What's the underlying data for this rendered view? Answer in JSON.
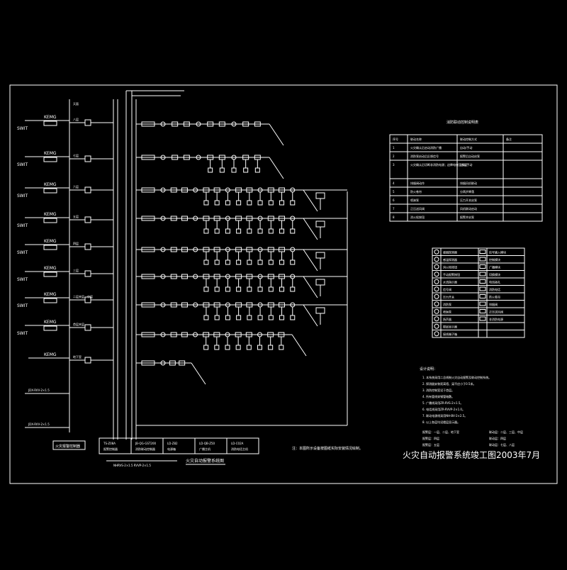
{
  "sheet_title": "火灾自动报警系统竣工图2003年7月",
  "left_panel": {
    "brand": "KEMG",
    "meter_label": "SWIT"
  },
  "floors": [
    "八层",
    "七层",
    "六层",
    "五层",
    "四层",
    "三层",
    "二层夹层、中层",
    "首层夹层",
    "地下室"
  ],
  "roof_label": "天面",
  "riser_codes": [
    "JDX-RVV-2×1.5",
    "JDX-RVV-2×1.5"
  ],
  "bottom_label": "火灾报警控制器",
  "controller_cells": [
    {
      "code": "TS-Z08A",
      "sub": "报警控制器"
    },
    {
      "code": "JB-QG-GST200",
      "sub": "消防联动控制器"
    },
    {
      "code": "LD-Z82",
      "sub": "电源箱"
    },
    {
      "code": "LD-QB-Z50",
      "sub": "广播主机"
    },
    {
      "code": "LD-C02A",
      "sub": "消防电话主机"
    }
  ],
  "controller_wire": "NHRVS-2×1.5  RVVP-2×1.5",
  "controller_caption": "火灾自动报警系统图",
  "bottom_note": "注：本图所示设备按图纸实际安装情况绘制。",
  "table": {
    "title": "消防联动控制说明表",
    "headers": [
      "序号",
      "联动名称",
      "联动控制方式",
      "备注"
    ],
    "rows": [
      [
        "1",
        "火灾确认后启动消防广播",
        "自动/手动",
        ""
      ],
      [
        "2",
        "消防泵启动后反馈信号",
        "报警后自动启泵",
        ""
      ],
      [
        "3",
        "火灾确认后切断非消防电源；迫降电梯至首层",
        "自动/手动",
        ""
      ],
      [
        "4",
        "排烟阀动作",
        "排烟风机联动",
        ""
      ],
      [
        "5",
        "防火卷帘",
        "分两步降落",
        ""
      ],
      [
        "6",
        "喷淋泵",
        "压力开关启泵",
        ""
      ],
      [
        "7",
        "正压送风阀",
        "风机联动启动",
        ""
      ],
      [
        "8",
        "消火栓按钮",
        "报警并启泵",
        ""
      ]
    ]
  },
  "legend": {
    "items": [
      [
        "感烟探测器",
        "信号输入模块"
      ],
      [
        "感温探测器",
        "控制模块"
      ],
      [
        "消火栓按钮",
        "广播模块"
      ],
      [
        "手动报警按钮",
        "切换模块"
      ],
      [
        "水流指示器",
        "电话插孔"
      ],
      [
        "信号阀",
        "消防电话"
      ],
      [
        "压力开关",
        "防火卷帘"
      ],
      [
        "消防泵",
        "排烟阀"
      ],
      [
        "喷淋泵",
        "正压送风阀"
      ],
      [
        "扬声器",
        "非消防电源"
      ],
      [
        "楼层显示器",
        ""
      ],
      [
        "接线端子箱",
        ""
      ]
    ]
  },
  "notes": {
    "heading": "设计说明：",
    "lines": [
      "1. 本系统采用二总线制火灾自动报警及联动控制系统。",
      "2. 探测器安装距离墙、梁不应小于0.5米。",
      "3. 消防控制室设于首层。",
      "4. 所有管线穿钢管暗敷。",
      "5. 广播线采用ZR-RVS-2×1.5。",
      "6. 电话线采用ZR-RVVP-2×1.0。",
      "7. 联动电源线采用NH-BV-2×2.5。",
      "8. 以上各层均设楼层显示器。"
    ],
    "legend_pairs": [
      [
        "报警层：一层、二层、地下室",
        "联动层：二层、三层、中层"
      ],
      [
        "报警层：四层",
        "联动层：四层"
      ],
      [
        "报警层：五层",
        "联动层：七层、八层"
      ]
    ]
  }
}
